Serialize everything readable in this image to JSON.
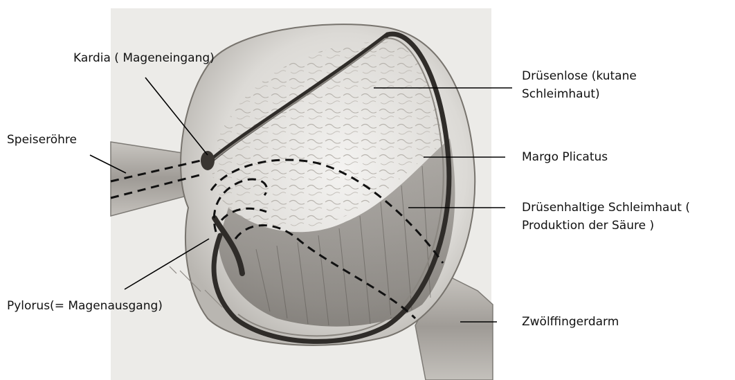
{
  "illustration": {
    "subject": "horse stomach cross-section"
  },
  "labels": {
    "kardia": "Kardia ( Mageneingang)",
    "druesenlose_line1": "Drüsenlose (kutane",
    "druesenlose_line2": "Schleimhaut)",
    "speiseroehre": "Speiseröhre",
    "margo": "Margo Plicatus",
    "druesenhaltige_line1": "Drüsenhaltige Schleimhaut (",
    "druesenhaltige_line2": "Produktion der Säure )",
    "pylorus": "Pylorus(= Magenausgang)",
    "zwoelffinger": "Zwölffingerdarm"
  },
  "colors": {
    "background": "#ffffff",
    "paper": "#ededeb",
    "text": "#111111",
    "line": "#000000"
  }
}
